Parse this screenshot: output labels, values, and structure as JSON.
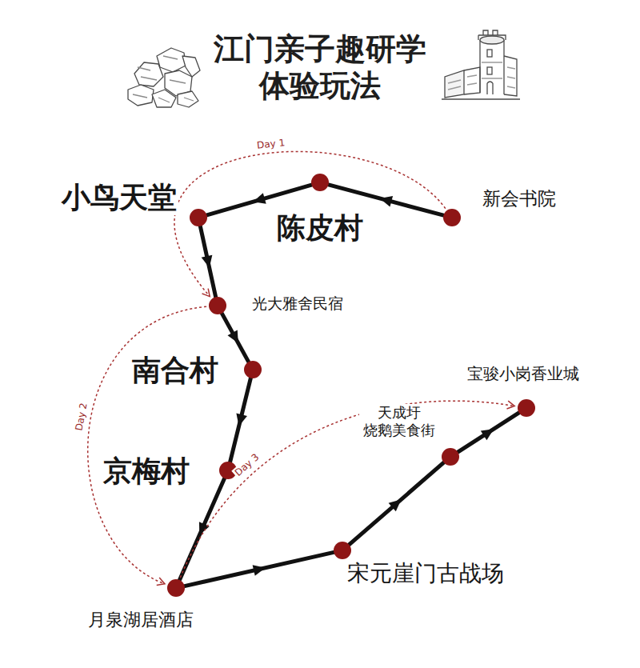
{
  "diagram": {
    "title": "江门亲子趣研学 体验玩法",
    "nodes": [
      {
        "text": [
          "新会书院"
        ]
      },
      {
        "text": [
          "陈皮村"
        ]
      },
      {
        "text": [
          "小鸟天堂"
        ]
      },
      {
        "text": [
          "光大雅舍民宿"
        ]
      },
      {
        "text": [
          "南合村"
        ]
      },
      {
        "text": [
          "京梅村"
        ]
      },
      {
        "text": [
          "月泉湖居酒店"
        ]
      },
      {
        "text": [
          "宋元崖门古战场"
        ]
      },
      {
        "text": [
          "天成圩 烧鹅美食街"
        ]
      },
      {
        "text": [
          "宝骏小岗香业城"
        ]
      }
    ],
    "edges": [
      {
        "from": 0,
        "to": 1,
        "arrow": "to"
      },
      {
        "from": 1,
        "to": 2,
        "arrow": "to"
      },
      {
        "from": 2,
        "to": 3,
        "arrow": "to"
      },
      {
        "from": 3,
        "to": 4,
        "arrow": "to"
      },
      {
        "from": 4,
        "to": 5,
        "arrow": "to"
      },
      {
        "from": 5,
        "to": 6,
        "arrow": "to"
      },
      {
        "from": 6,
        "to": 7,
        "arrow": "to"
      },
      {
        "from": 7,
        "to": 8,
        "arrow": "to"
      },
      {
        "from": 8,
        "to": 9,
        "arrow": "to"
      },
      {
        "from": 0,
        "to": 3,
        "label": "Day 1",
        "arrow": "to"
      },
      {
        "from": 3,
        "to": 6,
        "label": "Day 2",
        "arrow": "to"
      },
      {
        "from": 6,
        "to": 9,
        "label": "Day 3",
        "arrow": "to"
      }
    ]
  }
}
